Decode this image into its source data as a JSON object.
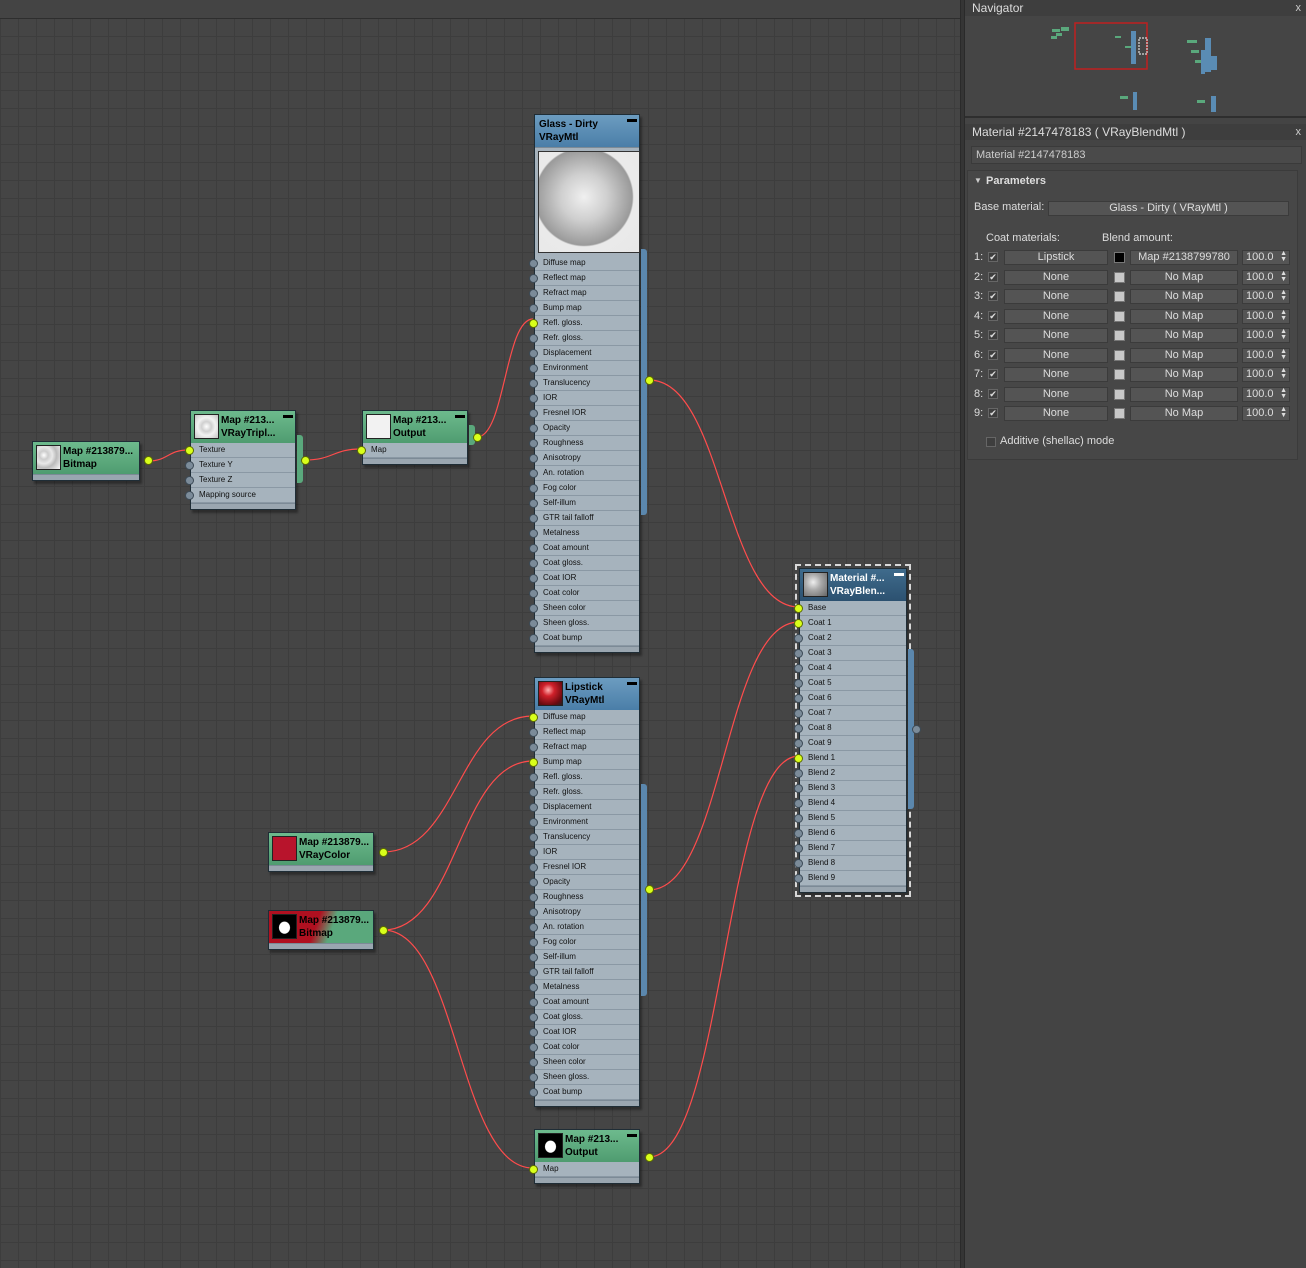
{
  "navigator": {
    "title": "Navigator",
    "close": "x"
  },
  "material_panel": {
    "header": "Material #2147478183  ( VRayBlendMtl )",
    "close": "x",
    "name_field": "Material #2147478183",
    "rollout_title": "Parameters",
    "base_material_label": "Base material:",
    "base_material_value": "Glass - Dirty  ( VRayMtl )",
    "coat_materials_label": "Coat materials:",
    "blend_amount_label": "Blend amount:",
    "coats": [
      {
        "index": "1:",
        "material": "Lipstick",
        "swatch": "#000000",
        "map": "Map #2138799780",
        "amount": "100.0"
      },
      {
        "index": "2:",
        "material": "None",
        "swatch": "#c8c8c8",
        "map": "No Map",
        "amount": "100.0"
      },
      {
        "index": "3:",
        "material": "None",
        "swatch": "#c8c8c8",
        "map": "No Map",
        "amount": "100.0"
      },
      {
        "index": "4:",
        "material": "None",
        "swatch": "#c8c8c8",
        "map": "No Map",
        "amount": "100.0"
      },
      {
        "index": "5:",
        "material": "None",
        "swatch": "#c8c8c8",
        "map": "No Map",
        "amount": "100.0"
      },
      {
        "index": "6:",
        "material": "None",
        "swatch": "#c8c8c8",
        "map": "No Map",
        "amount": "100.0"
      },
      {
        "index": "7:",
        "material": "None",
        "swatch": "#c8c8c8",
        "map": "No Map",
        "amount": "100.0"
      },
      {
        "index": "8:",
        "material": "None",
        "swatch": "#c8c8c8",
        "map": "No Map",
        "amount": "100.0"
      },
      {
        "index": "9:",
        "material": "None",
        "swatch": "#c8c8c8",
        "map": "No Map",
        "amount": "100.0"
      }
    ],
    "additive_label": "Additive (shellac) mode"
  },
  "nodes": {
    "bitmap1": {
      "title": "Map #213879...",
      "type": "Bitmap"
    },
    "triplanar": {
      "title": "Map #213...",
      "type": "VRayTripl...",
      "slots": [
        "Texture",
        "Texture Y",
        "Texture Z",
        "Mapping source"
      ]
    },
    "output1": {
      "title": "Map #213...",
      "type": "Output",
      "slots": [
        "Map"
      ]
    },
    "glass": {
      "title": "Glass - Dirty",
      "type": "VRayMtl",
      "slots": [
        "Diffuse map",
        "Reflect map",
        "Refract map",
        "Bump map",
        "Refl. gloss.",
        "Refr. gloss.",
        "Displacement",
        "Environment",
        "Translucency",
        "IOR",
        "Fresnel IOR",
        "Opacity",
        "Roughness",
        "Anisotropy",
        "An. rotation",
        "Fog color",
        "Self-illum",
        "GTR tail falloff",
        "Metalness",
        "Coat amount",
        "Coat gloss.",
        "Coat IOR",
        "Coat color",
        "Sheen color",
        "Sheen gloss.",
        "Coat bump"
      ]
    },
    "lipstick": {
      "title": "Lipstick",
      "type": "VRayMtl",
      "slots": [
        "Diffuse map",
        "Reflect map",
        "Refract map",
        "Bump map",
        "Refl. gloss.",
        "Refr. gloss.",
        "Displacement",
        "Environment",
        "Translucency",
        "IOR",
        "Fresnel IOR",
        "Opacity",
        "Roughness",
        "Anisotropy",
        "An. rotation",
        "Fog color",
        "Self-illum",
        "GTR tail falloff",
        "Metalness",
        "Coat amount",
        "Coat gloss.",
        "Coat IOR",
        "Coat color",
        "Sheen color",
        "Sheen gloss.",
        "Coat bump"
      ]
    },
    "vraycolor": {
      "title": "Map #213879...",
      "type": "VRayColor",
      "color": "#b8142c"
    },
    "bitmap2": {
      "title": "Map #213879...",
      "type": "Bitmap"
    },
    "output2": {
      "title": "Map #213...",
      "type": "Output",
      "slots": [
        "Map"
      ]
    },
    "blend": {
      "title": "Material #...",
      "type": "VRayBlen...",
      "slots": [
        "Base",
        "Coat 1",
        "Coat 2",
        "Coat 3",
        "Coat 4",
        "Coat 5",
        "Coat 6",
        "Coat 7",
        "Coat 8",
        "Coat 9",
        "Blend 1",
        "Blend 2",
        "Blend 3",
        "Blend 4",
        "Blend 5",
        "Blend 6",
        "Blend 7",
        "Blend 8",
        "Blend 9"
      ]
    }
  },
  "colors": {
    "wire": "#ff4c4c",
    "socket_active": "#d9ff1a",
    "map_node": "#5aa87c",
    "material_node": "#5a8cb4"
  }
}
